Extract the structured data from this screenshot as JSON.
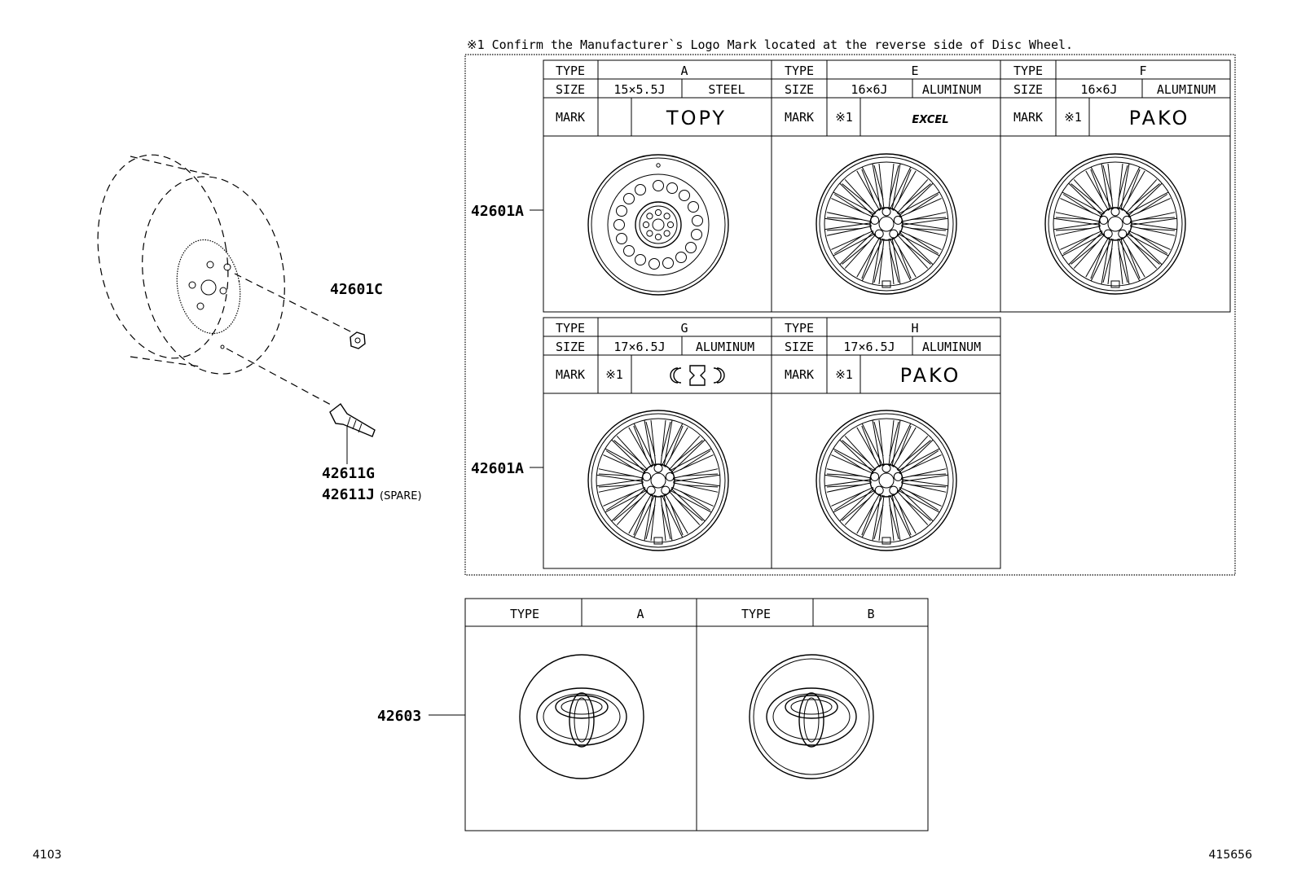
{
  "note": "※1  Confirm the Manufacturer`s Logo Mark located at the reverse side of Disc Wheel.",
  "labels": {
    "type": "TYPE",
    "size": "SIZE",
    "mark": "MARK",
    "ref": "※1"
  },
  "wheels": [
    {
      "type": "A",
      "size": "15×5.5J",
      "material": "STEEL",
      "mark_note": "",
      "mark": "TOPY"
    },
    {
      "type": "E",
      "size": "16×6J",
      "material": "ALUMINUM",
      "mark_note": "※1",
      "mark": "EXCEL"
    },
    {
      "type": "F",
      "size": "16×6J",
      "material": "ALUMINUM",
      "mark_note": "※1",
      "mark": "PAKO"
    },
    {
      "type": "G",
      "size": "17×6.5J",
      "material": "ALUMINUM",
      "mark_note": "※1",
      "mark": ""
    },
    {
      "type": "H",
      "size": "17×6.5J",
      "material": "ALUMINUM",
      "mark_note": "※1",
      "mark": "PAKO"
    }
  ],
  "caps": [
    {
      "type": "A"
    },
    {
      "type": "B"
    }
  ],
  "parts": {
    "wheel_row1": "42601A",
    "wheel_row2": "42601A",
    "nut": "42601C",
    "valve": "42611G",
    "valve_spare": "42611J",
    "spare_note": "(SPARE)",
    "cap": "42603"
  },
  "footer": {
    "left": "4103",
    "right": "415656"
  }
}
